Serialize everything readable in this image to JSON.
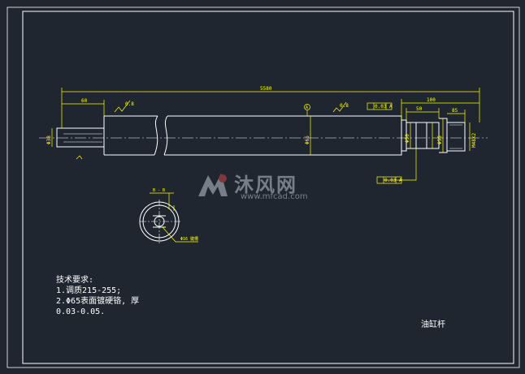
{
  "colors": {
    "background": "#1f2630",
    "frame": "#ffffff",
    "dimension": "#ffff00",
    "centerline": "#ffffff",
    "part": "#ffffff"
  },
  "dimensions": {
    "overall_length": "5580",
    "left_shoulder": "60",
    "right_end": "100",
    "right_step1": "50",
    "right_step2": "85",
    "left_dia": "Φ38",
    "mid_dia": "Φ65",
    "right_dia1": "Φ50",
    "right_dia2": "Φ55",
    "right_end_dia": "M48X2",
    "roughness_top": "0.8",
    "roughness_mid": "0.8",
    "tol_top": "0.03 A",
    "tol_bottom": "0.03 A",
    "section_label": "B - B",
    "section_note": "Φ16 键槽"
  },
  "watermark": {
    "cn": "沐风网",
    "en": "www.mfcad.com"
  },
  "notes": {
    "title": "技术要求:",
    "line1": "1.调质215-255;",
    "line2": "2.Φ65表面镀硬铬, 厚",
    "line3": "0.03-0.05."
  },
  "part_name": "油缸杆"
}
